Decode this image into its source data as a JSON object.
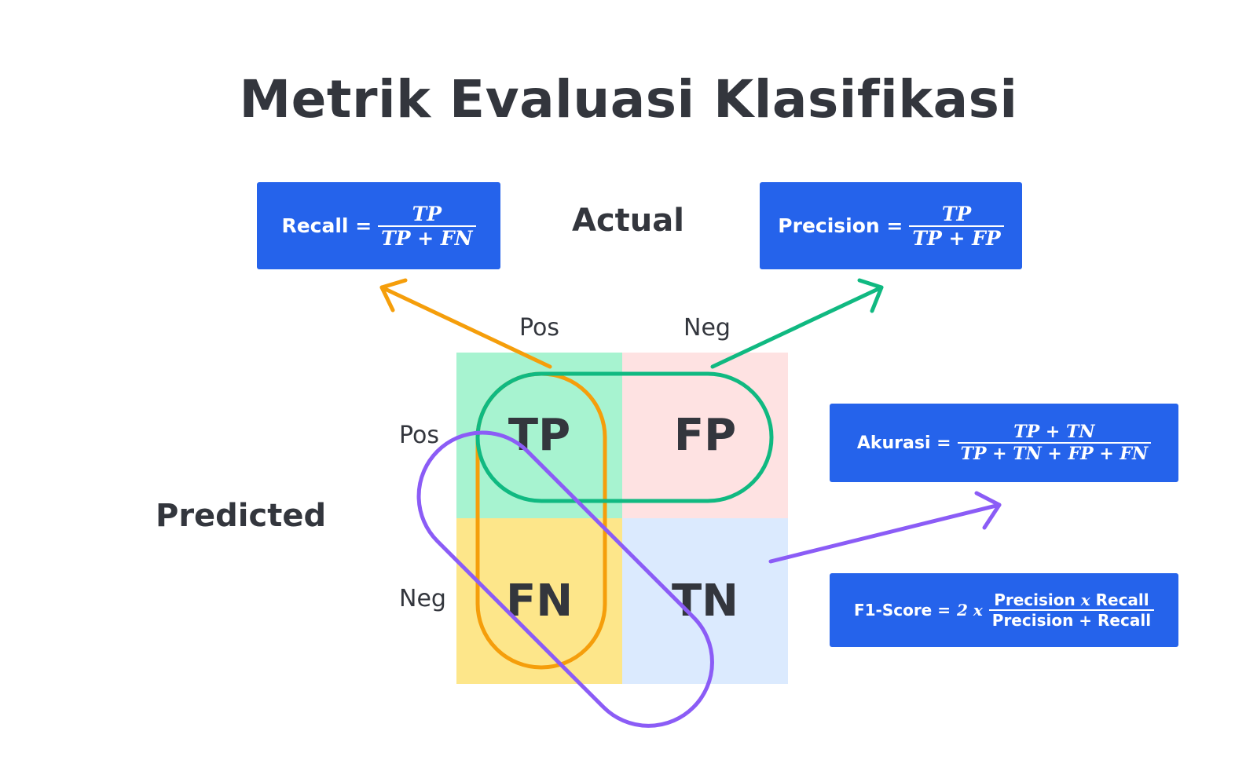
{
  "title": "Metrik Evaluasi Klasifikasi",
  "axes": {
    "actual": "Actual",
    "predicted": "Predicted",
    "col_pos": "Pos",
    "col_neg": "Neg",
    "row_pos": "Pos",
    "row_neg": "Neg"
  },
  "cells": {
    "tp": "TP",
    "fp": "FP",
    "fn": "FN",
    "tn": "TN"
  },
  "formulas": {
    "recall": {
      "name": "Recall =",
      "numerator": "TP",
      "denominator": "TP + FN"
    },
    "precision": {
      "name": "Precision =",
      "numerator": "TP",
      "denominator": "TP + FP"
    },
    "accuracy": {
      "name": "Akurasi =",
      "numerator": "TP + TN",
      "denominator": "TP + TN + FP + FN"
    },
    "f1": {
      "name": "F1-Score =",
      "factor": "2 x",
      "numerator": {
        "a": "Precision",
        "op": "x",
        "b": "Recall"
      },
      "denominator": {
        "a": "Precision",
        "op": "+",
        "b": "Recall"
      }
    }
  },
  "colors": {
    "formula_box": "#2563eb",
    "tp_cell": "#a7f3d0",
    "fp_cell": "#fee2e2",
    "fn_cell": "#fde68a",
    "tn_cell": "#dbeafe",
    "recall_arrow": "#f59e0b",
    "precision_arrow": "#10b981",
    "accuracy_arrow": "#8b5cf6",
    "text": "#33363d"
  }
}
